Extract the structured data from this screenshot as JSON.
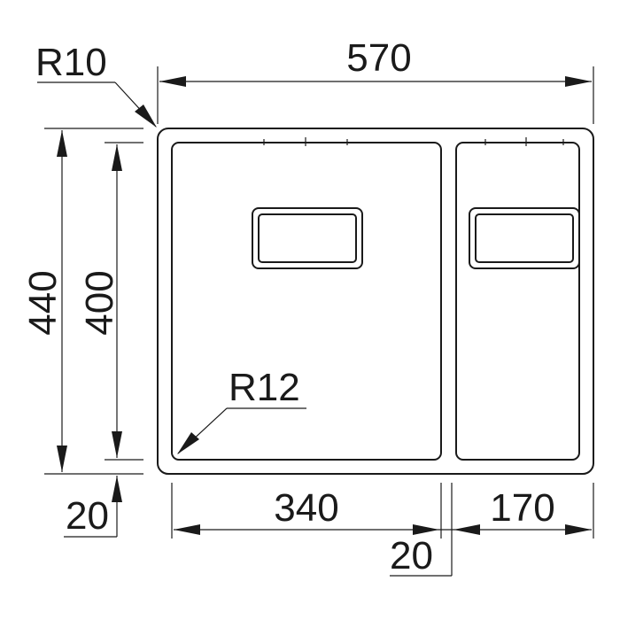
{
  "drawing": {
    "colors": {
      "line": "#1a1a1a",
      "background": "#ffffff"
    },
    "labels": {
      "outer_corner_radius": "R10",
      "overall_width": "570",
      "overall_height": "440",
      "bowl_height": "400",
      "inner_corner_radius": "R12",
      "bottom_margin": "20",
      "large_bowl_width": "340",
      "small_bowl_width": "170",
      "divider_width": "20"
    }
  }
}
